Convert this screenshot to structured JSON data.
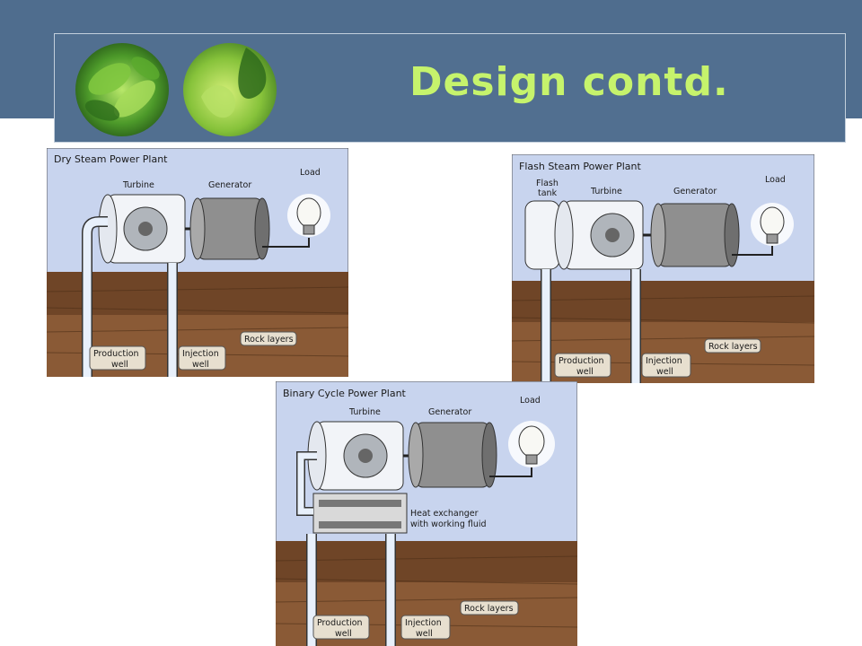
{
  "slide": {
    "title": "Design contd."
  },
  "diagrams": {
    "dry": {
      "title": "Dry Steam Power Plant",
      "turbine": "Turbine",
      "generator": "Generator",
      "load": "Load",
      "production_well": [
        "Production",
        "well"
      ],
      "injection_well": [
        "Injection",
        "well"
      ],
      "rock_layers": "Rock layers"
    },
    "flash": {
      "title": "Flash Steam Power Plant",
      "flash_tank": [
        "Flash",
        "tank"
      ],
      "turbine": "Turbine",
      "generator": "Generator",
      "load": "Load",
      "production_well": [
        "Production",
        "well"
      ],
      "injection_well": [
        "Injection",
        "well"
      ],
      "rock_layers": "Rock layers"
    },
    "binary": {
      "title": "Binary Cycle Power Plant",
      "turbine": "Turbine",
      "generator": "Generator",
      "load": "Load",
      "heat_exchanger": [
        "Heat exchanger",
        "with working fluid"
      ],
      "production_well": [
        "Production",
        "well"
      ],
      "injection_well": [
        "Injection",
        "well"
      ],
      "rock_layers": "Rock layers"
    }
  },
  "colors": {
    "header_band": "#4f6d8e",
    "title_green": "#c6f36c",
    "sky": "#c8d4ee",
    "soil": "#8a5a36"
  }
}
